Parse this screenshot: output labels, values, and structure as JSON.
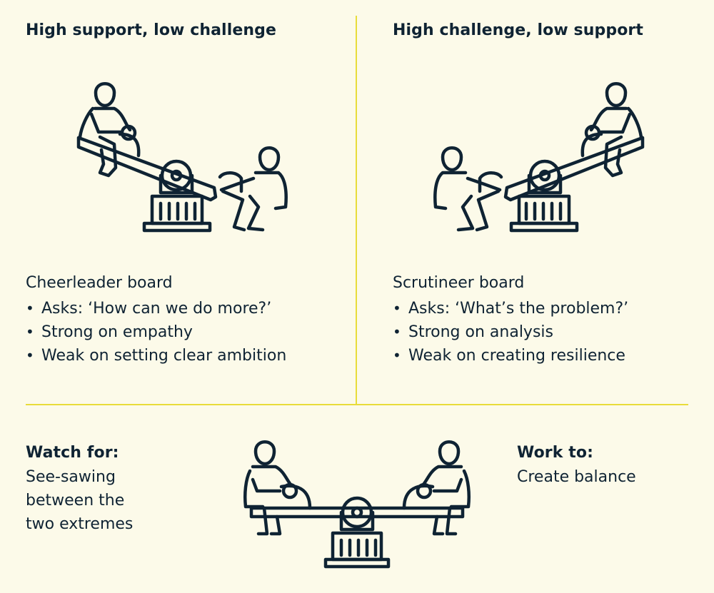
{
  "colors": {
    "background": "#fcfae9",
    "ink": "#0f2333",
    "divider": "#e8dc3a"
  },
  "top_left": {
    "heading": "High support, low challenge",
    "board_title": "Cheerleader board",
    "bullets": [
      "Asks: ‘How can we do more?’",
      "Strong on empathy",
      "Weak on setting clear ambition"
    ]
  },
  "top_right": {
    "heading": "High challenge, low support",
    "board_title": "Scrutineer board",
    "bullets": [
      "Asks: ‘What’s the problem?’",
      "Strong on analysis",
      "Weak on creating resilience"
    ]
  },
  "bottom": {
    "watch_heading": "Watch for:",
    "watch_text": "See-sawing\nbetween the\ntwo extremes",
    "work_heading": "Work to:",
    "work_text": "Create balance"
  },
  "icons": [
    "seesaw-tilted-left-down-icon",
    "seesaw-tilted-right-down-icon",
    "seesaw-balanced-icon"
  ]
}
